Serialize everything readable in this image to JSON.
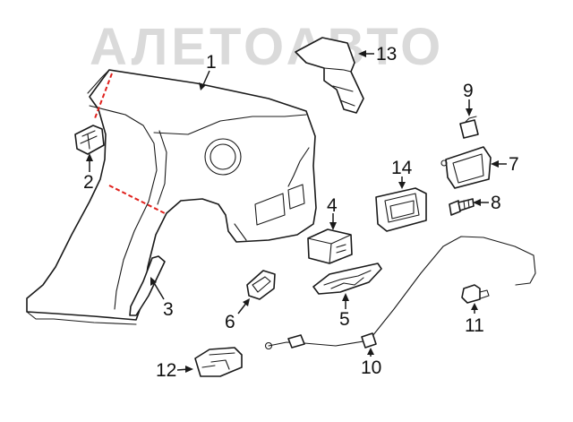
{
  "watermark": {
    "text": "АЛЕТОАВТО",
    "color": "#d4d4d4"
  },
  "colors": {
    "line": "#1a1a1a",
    "cut_line": "#e0201c",
    "background": "#ffffff"
  },
  "callouts": {
    "1": "1",
    "2": "2",
    "3": "3",
    "4": "4",
    "5": "5",
    "6": "6",
    "7": "7",
    "8": "8",
    "9": "9",
    "10": "10",
    "11": "11",
    "12": "12",
    "13": "13",
    "14": "14"
  }
}
